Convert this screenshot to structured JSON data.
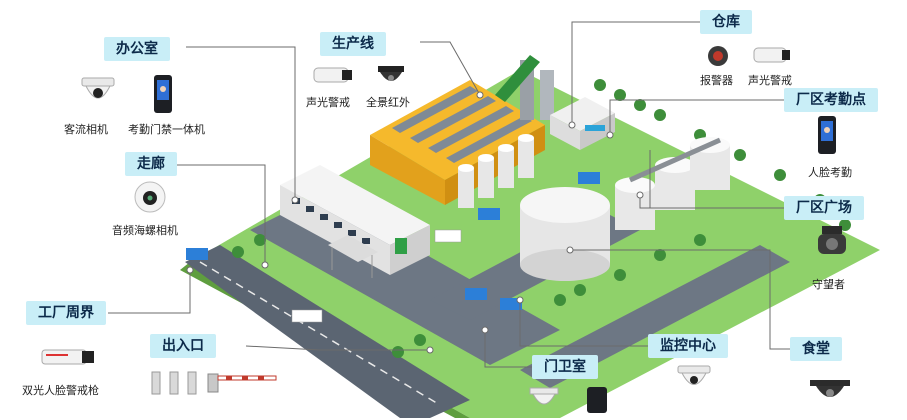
{
  "zones": {
    "office": "办公室",
    "production": "生产线",
    "warehouse": "仓库",
    "attendance": "厂区考勤点",
    "corridor": "走廊",
    "plaza": "厂区广场",
    "perimeter": "工厂周界",
    "entrance": "出入口",
    "gatehouse": "门卫室",
    "monitor": "监控中心",
    "canteen": "食堂"
  },
  "devices": {
    "passenger_camera": "客流相机",
    "access_terminal": "考勤门禁一体机",
    "sound_light_warning": "声光警戒",
    "panoramic_ir": "全景红外",
    "alarm": "报警器",
    "sound_light_warning_2": "声光警戒",
    "face_attendance": "人脸考勤",
    "audio_conch_camera": "音频海螺相机",
    "watcher": "守望者",
    "dual_light_face_gun": "双光人脸警戒枪"
  }
}
